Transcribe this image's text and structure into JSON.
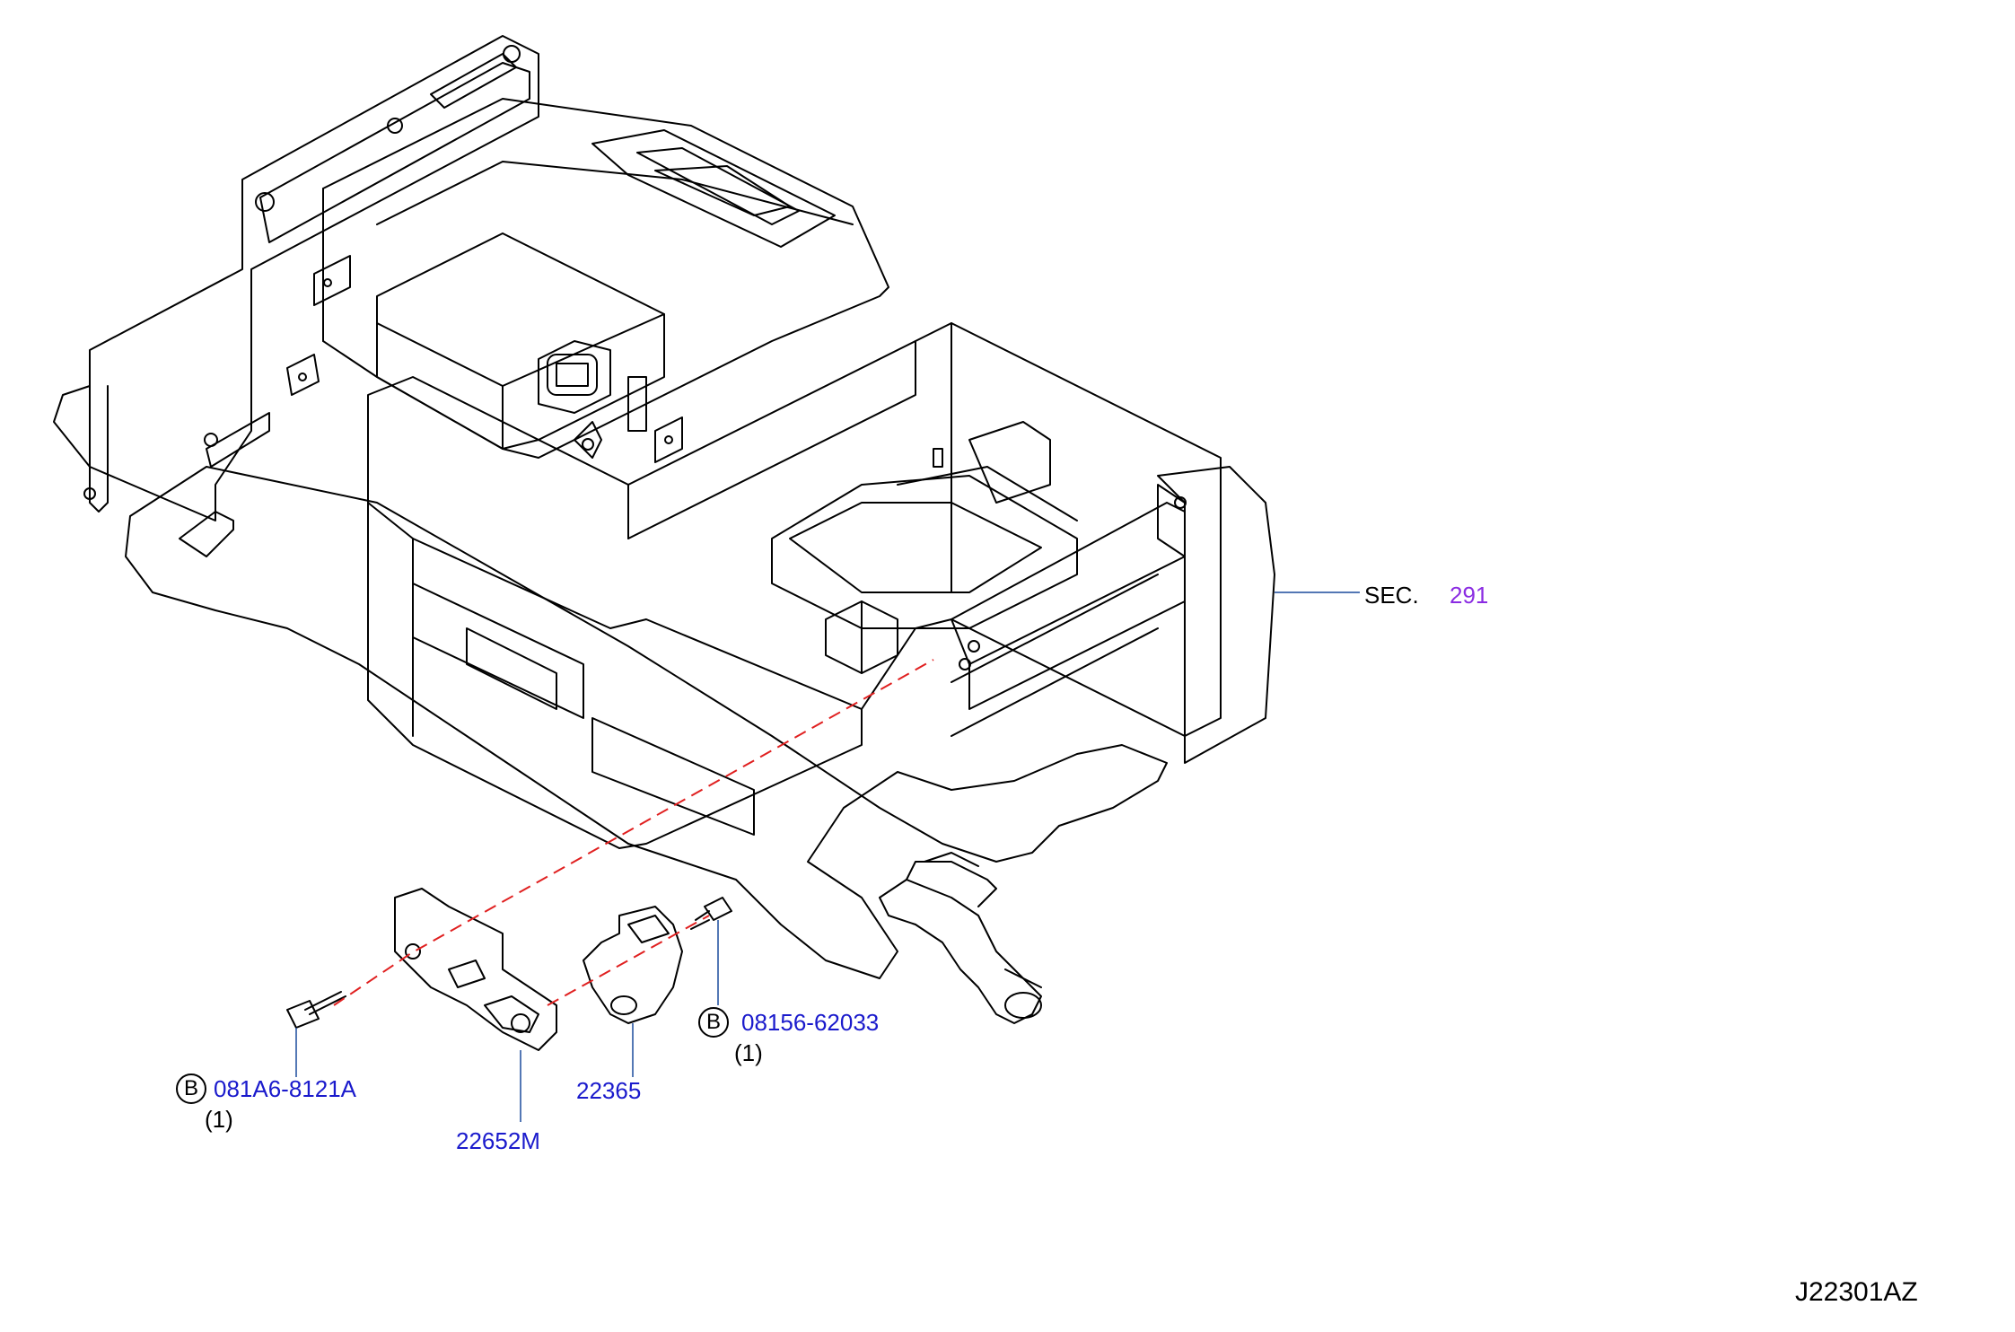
{
  "colors": {
    "line": "#000000",
    "part_number": "#1a1acc",
    "section_ref": "#8a2be2",
    "leader": "#1a4a9c",
    "dashed_guide": "#e02020"
  },
  "callouts": {
    "bolt_left": {
      "badge": "B",
      "part_no": "081A6-8121A",
      "qty": "(1)"
    },
    "bolt_right": {
      "badge": "B",
      "part_no": "08156-62033",
      "qty": "(1)"
    },
    "sensor": {
      "part_no": "22365"
    },
    "bracket": {
      "part_no": "22652M"
    },
    "section": {
      "prefix": "SEC.",
      "number": "291"
    }
  },
  "diagram_code": "J22301AZ"
}
